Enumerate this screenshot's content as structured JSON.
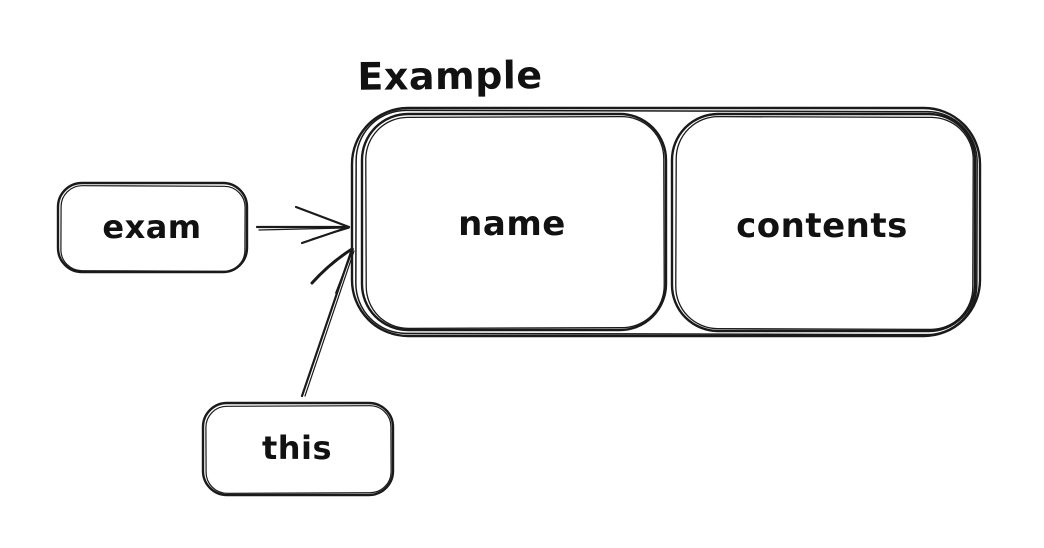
{
  "canvas": {
    "background_color": "#ffffff",
    "stroke_color": "#1a1a1a"
  },
  "struct": {
    "title": "Example",
    "cells": [
      {
        "label": "name"
      },
      {
        "label": "contents"
      }
    ]
  },
  "pointers": [
    {
      "label": "exam"
    },
    {
      "label": "this"
    }
  ],
  "arrows": [
    {
      "from": "exam",
      "to": "Example"
    },
    {
      "from": "this",
      "to": "Example"
    }
  ]
}
